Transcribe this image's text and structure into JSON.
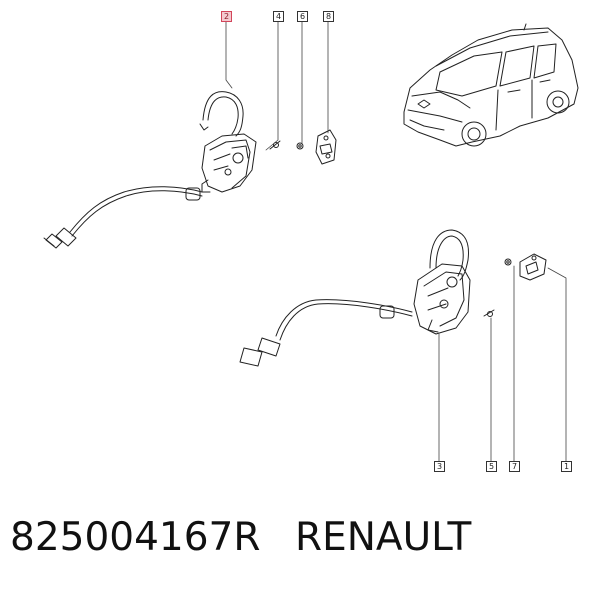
{
  "callouts": {
    "c2": "2",
    "c4": "4",
    "c6": "6",
    "c8": "8",
    "c3": "3",
    "c5": "5",
    "c7": "7",
    "c1": "1"
  },
  "footer": {
    "part_number": "825004167R",
    "brand": "RENAULT"
  },
  "colors": {
    "line": "#222222",
    "highlight": "#d2455a",
    "highlight_fill": "#f4c9cf"
  }
}
